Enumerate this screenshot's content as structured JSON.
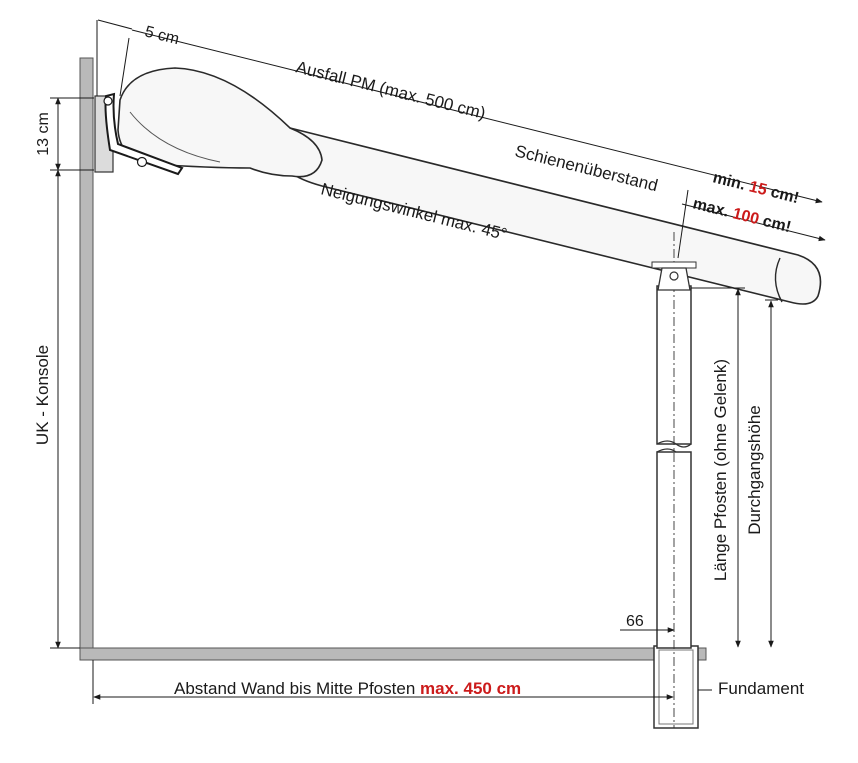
{
  "labels": {
    "offset_5cm": "5 cm",
    "ausfall_pm": "Ausfall PM (max. 500 cm)",
    "schienenueberstand": "Schienenüberstand",
    "min_prefix": "min.",
    "min_value": "15",
    "min_suffix": "cm!",
    "max_prefix": "max.",
    "max_value": "100",
    "max_suffix": "cm!",
    "neigungswinkel": "Neigungswinkel max. 45°",
    "konsole_13cm": "13 cm",
    "uk_konsole": "UK - Konsole",
    "laenge_pfosten": "Länge Pfosten (ohne Gelenk)",
    "durchgangshoehe": "Durchgangshöhe",
    "dim_66": "66",
    "abstand_text": "Abstand Wand bis Mitte Pfosten",
    "abstand_max": "max. 450 cm",
    "fundament": "Fundament"
  },
  "colors": {
    "accent_red": "#cc1b1b",
    "line": "#1a1a1a",
    "structure_gray": "#b9b9b9"
  }
}
